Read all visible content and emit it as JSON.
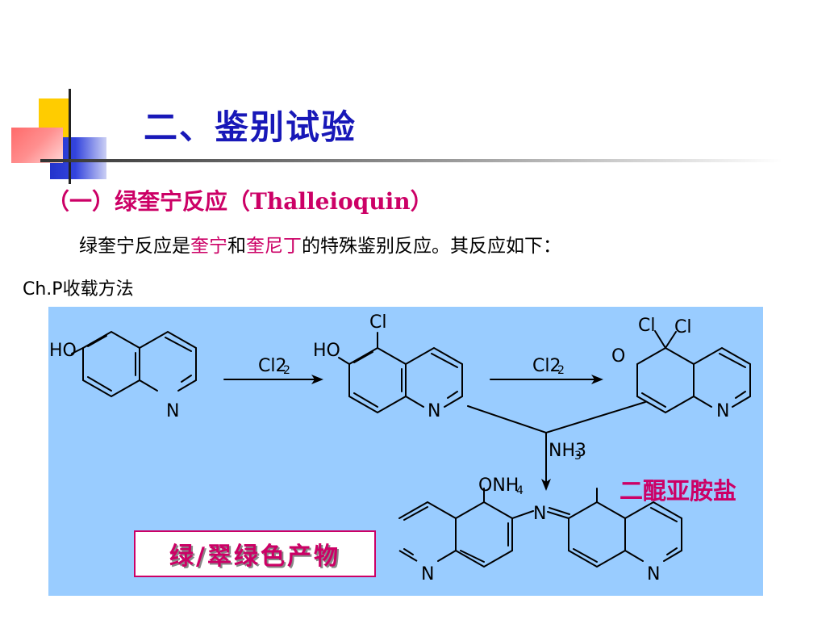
{
  "slide": {
    "title": "二、鉴别试验",
    "subtitle": "（一）绿奎宁反应（Thalleioquin）",
    "intro": {
      "part1": "绿奎宁反应是",
      "highlight1": "奎宁",
      "part2": "和",
      "highlight2": "奎尼丁",
      "part3": "的特殊鉴别反应。其反应如下："
    },
    "source": {
      "latin": "Ch.P",
      "text": "收载方法"
    }
  },
  "scheme": {
    "labels": {
      "ho": "HO",
      "n": "N",
      "cl": "Cl",
      "o": "O",
      "nh": "NH",
      "onh": "ONH",
      "sub2": "2",
      "sub3": "3",
      "sub4": "4"
    },
    "reagent1": "Cl2",
    "reagent2": "Cl2",
    "reagent3": "NH3",
    "salt_label": "二醌亚胺盐",
    "product_label": "绿/翠绿色产物"
  },
  "colors": {
    "title": "#1818b8",
    "highlight": "#cc0066",
    "panel_bg": "#99ccff"
  }
}
